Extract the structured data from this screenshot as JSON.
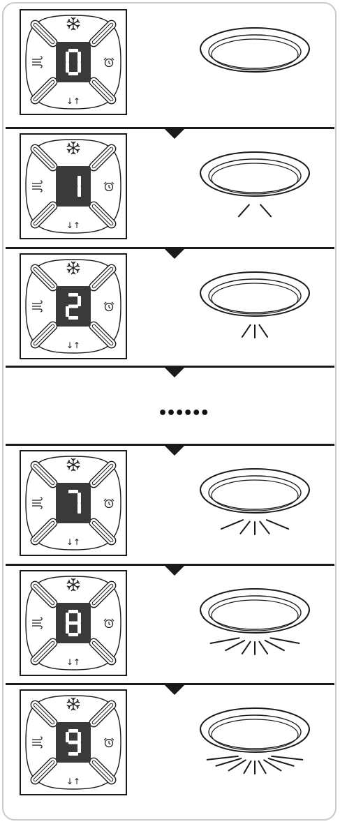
{
  "steps": [
    {
      "digit": "0",
      "rays": 0
    },
    {
      "digit": "1",
      "rays": 2
    },
    {
      "digit": "2",
      "rays": 3
    },
    {
      "gap": true,
      "text": "••••••"
    },
    {
      "digit": "7",
      "rays": 5
    },
    {
      "digit": "8",
      "rays": 7
    },
    {
      "digit": "9",
      "rays": 9
    }
  ],
  "icons": {
    "top": "snowflake-icon",
    "left": "wind-icon",
    "right": "alarm-clock-icon",
    "bottom": "swing-arrows-icon"
  },
  "bottom_symbol": "↓↑",
  "colors": {
    "display_bg": "#3a3a3a",
    "digit": "#ffffff",
    "line": "#1a1a1a",
    "frame": "#c9c9c9"
  }
}
